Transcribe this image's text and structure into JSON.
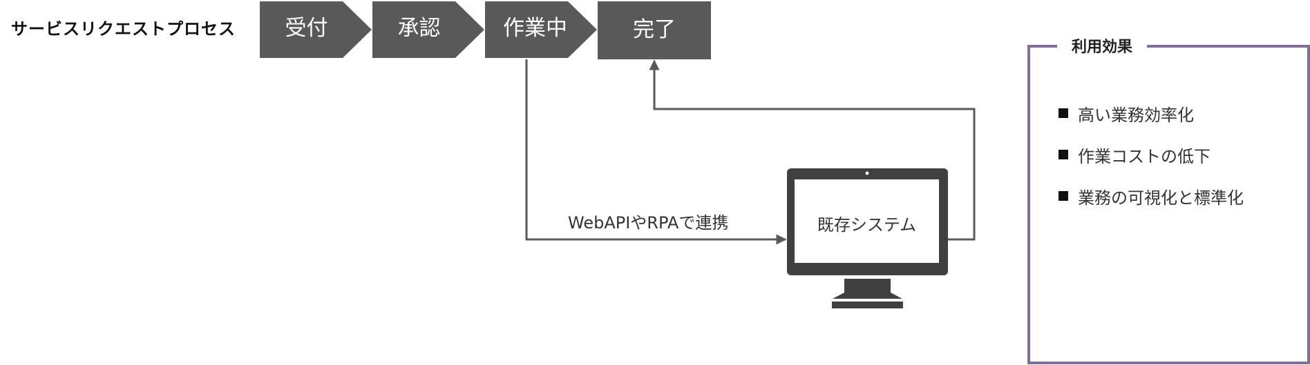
{
  "process": {
    "title": "サービスリクエストプロセス",
    "steps": [
      {
        "label": "受付"
      },
      {
        "label": "承認"
      },
      {
        "label": "作業中"
      },
      {
        "label": "完了"
      }
    ]
  },
  "integration": {
    "link_label": "WebAPIやRPAで連携",
    "system_label": "既存システム"
  },
  "benefits": {
    "title": "利用効果",
    "items": [
      "高い業務効率化",
      "作業コストの低下",
      "業務の可視化と標準化"
    ]
  },
  "colors": {
    "step_fill": "#595959",
    "arrow_line": "#595959",
    "monitor": "#404040",
    "panel_border": "#7f6f94"
  }
}
